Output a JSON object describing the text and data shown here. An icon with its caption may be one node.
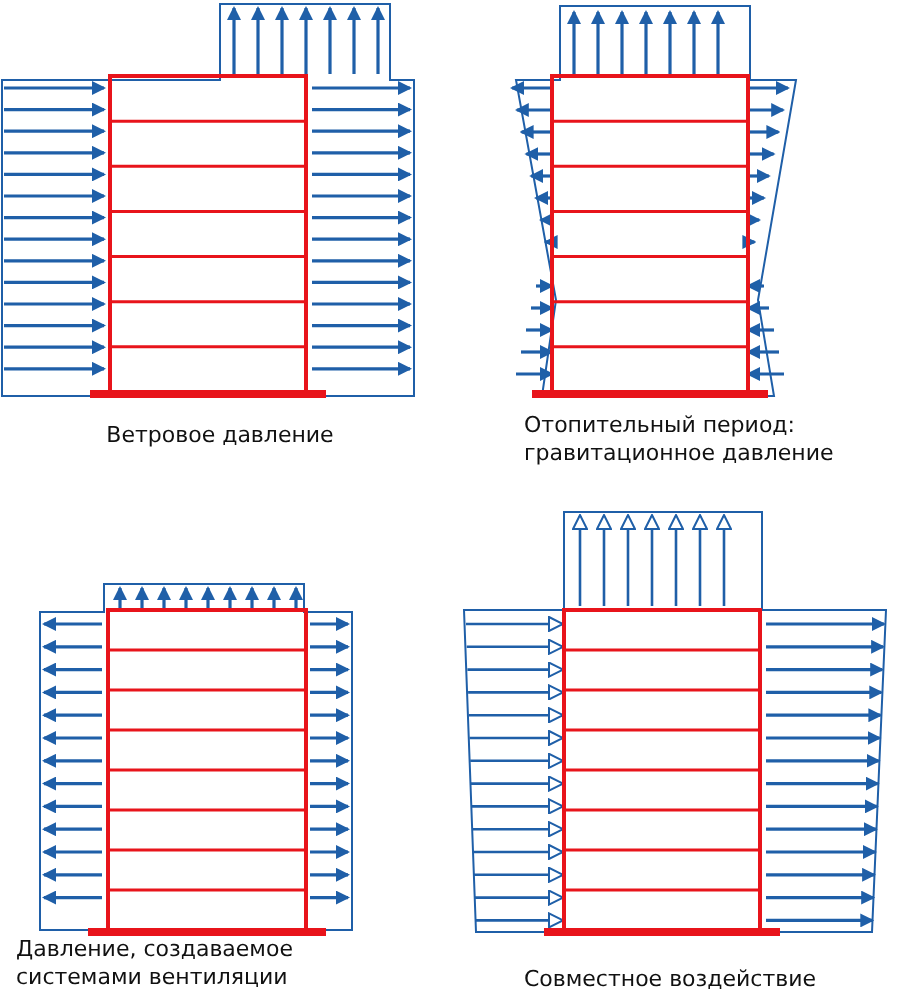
{
  "diagram": {
    "labels": [
      "Ветровое давление",
      "Отопительный период: гравитационное давление",
      "Давление, создаваемое системами вентиляции",
      "Совместное воздействие"
    ]
  }
}
